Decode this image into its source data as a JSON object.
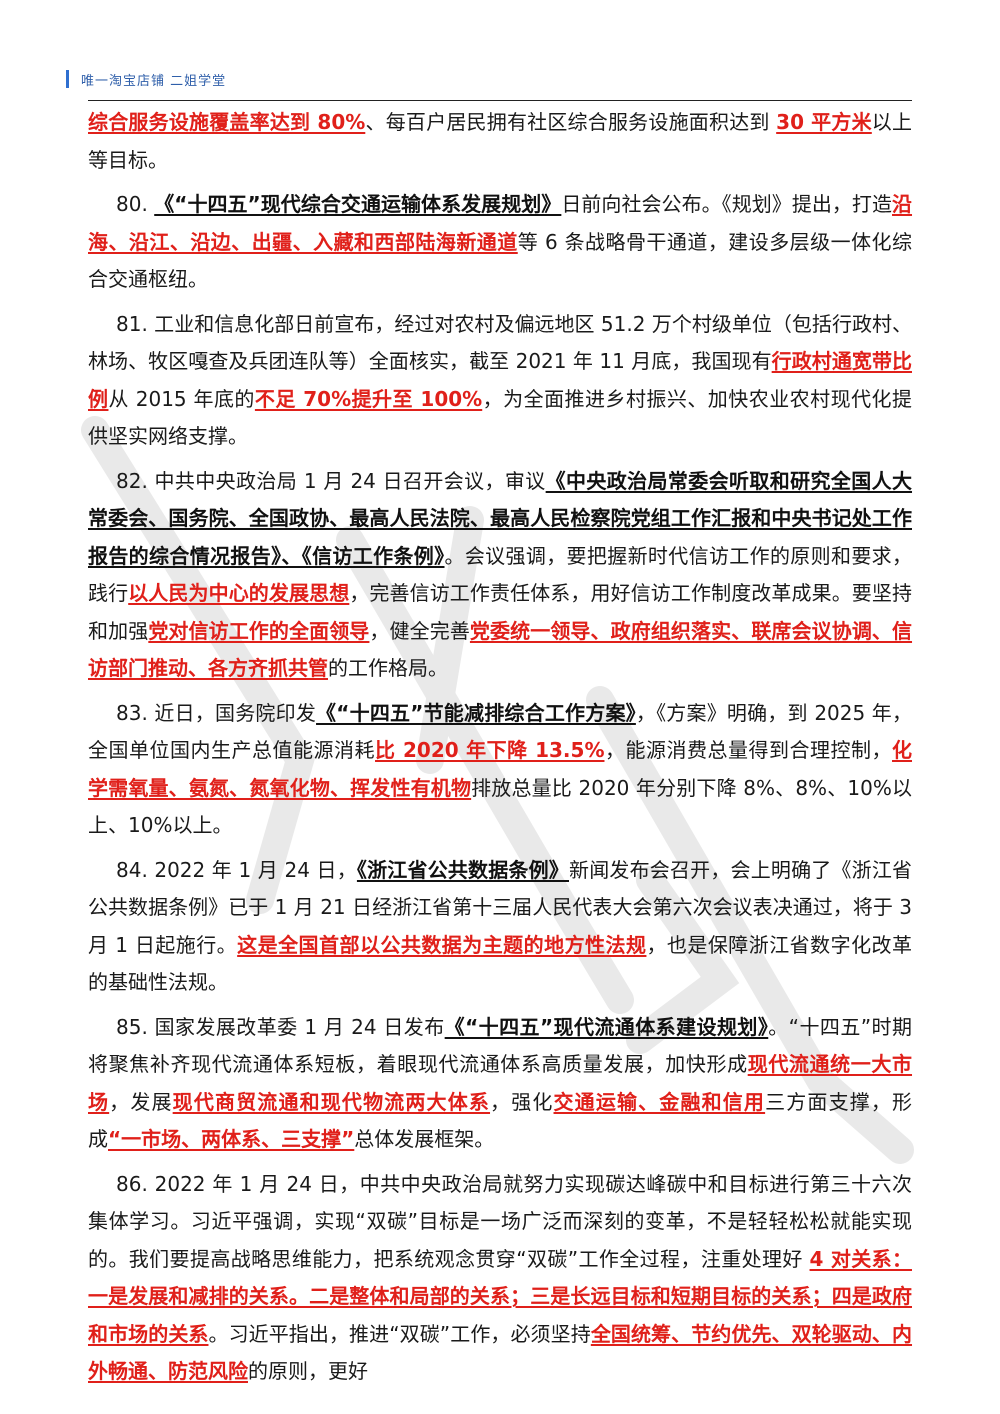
{
  "header": {
    "text": "唯一淘宝店铺 二姐学堂",
    "accent": "#2f6fd0"
  },
  "paragraphs": [
    {
      "segments": [
        {
          "t": "综合服务设施覆盖率达到 80%",
          "s": "red"
        },
        {
          "t": "、每百户居民拥有社区综合服务设施面积达到 ",
          "s": ""
        },
        {
          "t": "30 平方米",
          "s": "red"
        },
        {
          "t": "以上等目标。",
          "s": ""
        }
      ]
    },
    {
      "segments": [
        {
          "t": "80. ",
          "s": ""
        },
        {
          "t": "《“十四五”现代综合交通运输体系发展规划》",
          "s": "blk"
        },
        {
          "t": "日前向社会公布。《规划》提出，打造",
          "s": ""
        },
        {
          "t": "沿海、沿江、沿边、出疆、入藏和西部陆海新通道",
          "s": "red"
        },
        {
          "t": "等 6 条战略骨干通道，建设多层级一体化综合交通枢纽。",
          "s": ""
        }
      ]
    },
    {
      "segments": [
        {
          "t": "81. 工业和信息化部日前宣布，经过对农村及偏远地区 51.2 万个村级单位（包括行政村、林场、牧区嘎查及兵团连队等）全面核实，截至 2021 年 11 月底，我国现有",
          "s": ""
        },
        {
          "t": "行政村通宽带比例",
          "s": "red"
        },
        {
          "t": "从 2015 年底的",
          "s": ""
        },
        {
          "t": "不足 70%提升至 100%",
          "s": "red"
        },
        {
          "t": "，为全面推进乡村振兴、加快农业农村现代化提供坚实网络支撑。",
          "s": ""
        }
      ]
    },
    {
      "segments": [
        {
          "t": "82. 中共中央政治局 1 月 24 日召开会议，审议",
          "s": ""
        },
        {
          "t": "《中央政治局常委会听取和研究全国人大常委会、国务院、全国政协、最高人民法院、最高人民检察院党组工作汇报和中央书记处工作报告的综合情况报告》、《信访工作条例》",
          "s": "blk"
        },
        {
          "t": "。会议强调，要把握新时代信访工作的原则和要求，践行",
          "s": ""
        },
        {
          "t": "以人民为中心的发展思想",
          "s": "red"
        },
        {
          "t": "，完善信访工作责任体系，用好信访工作制度改革成果。要坚持和加强",
          "s": ""
        },
        {
          "t": "党对信访工作的全面领导",
          "s": "red"
        },
        {
          "t": "，健全完善",
          "s": ""
        },
        {
          "t": "党委统一领导、政府组织落实、联席会议协调、信访部门推动、各方齐抓共管",
          "s": "red"
        },
        {
          "t": "的工作格局。",
          "s": ""
        }
      ]
    },
    {
      "segments": [
        {
          "t": "83. 近日，国务院印发",
          "s": ""
        },
        {
          "t": "《“十四五”节能减排综合工作方案》",
          "s": "blk"
        },
        {
          "t": "，《方案》明确，到 2025 年，全国单位国内生产总值能源消耗",
          "s": ""
        },
        {
          "t": "比 2020 年下降 13.5%",
          "s": "red"
        },
        {
          "t": "，能源消费总量得到合理控制，",
          "s": ""
        },
        {
          "t": "化学需氧量、氨氮、氮氧化物、挥发性有机物",
          "s": "red"
        },
        {
          "t": "排放总量比 2020 年分别下降 8%、8%、10%以上、10%以上。",
          "s": ""
        }
      ]
    },
    {
      "segments": [
        {
          "t": "84. 2022 年 1 月 24 日，",
          "s": ""
        },
        {
          "t": "《浙江省公共数据条例》",
          "s": "blk"
        },
        {
          "t": "新闻发布会召开，会上明确了《浙江省公共数据条例》已于 1 月 21 日经浙江省第十三届人民代表大会第六次会议表决通过，将于 3 月 1 日起施行。",
          "s": ""
        },
        {
          "t": "这是全国首部以公共数据为主题的地方性法规",
          "s": "red"
        },
        {
          "t": "，也是保障浙江省数字化改革的基础性法规。",
          "s": ""
        }
      ]
    },
    {
      "segments": [
        {
          "t": "85. 国家发展改革委 1 月 24 日发布",
          "s": ""
        },
        {
          "t": "《“十四五”现代流通体系建设规划》",
          "s": "blk"
        },
        {
          "t": "。“十四五”时期将聚焦补齐现代流通体系短板，着眼现代流通体系高质量发展，加快形成",
          "s": ""
        },
        {
          "t": "现代流通统一大市场",
          "s": "red"
        },
        {
          "t": "，发展",
          "s": ""
        },
        {
          "t": "现代商贸流通和现代物流两大体系",
          "s": "red"
        },
        {
          "t": "，强化",
          "s": ""
        },
        {
          "t": "交通运输、金融和信用",
          "s": "red"
        },
        {
          "t": "三方面支撑，形成",
          "s": ""
        },
        {
          "t": "“一市场、两体系、三支撑”",
          "s": "red"
        },
        {
          "t": "总体发展框架。",
          "s": ""
        }
      ]
    },
    {
      "segments": [
        {
          "t": "86. 2022 年 1 月 24 日，中共中央政治局就努力实现碳达峰碳中和目标进行第三十六次集体学习。习近平强调，实现“双碳”目标是一场广泛而深刻的变革，不是轻轻松松就能实现的。我们要提高战略思维能力，把系统观念贯穿“双碳”工作全过程，注重处理好 ",
          "s": ""
        },
        {
          "t": "4 对关系：一是发展和减排的关系。二是整体和局部的关系；三是长远目标和短期目标的关系；四是政府和市场的关系",
          "s": "red"
        },
        {
          "t": "。习近平指出，推进“双碳”工作，必须坚持",
          "s": ""
        },
        {
          "t": "全国统筹、节约优先、双轮驱动、内外畅通、防范风险",
          "s": "red"
        },
        {
          "t": "的原则，更好",
          "s": ""
        }
      ]
    }
  ]
}
